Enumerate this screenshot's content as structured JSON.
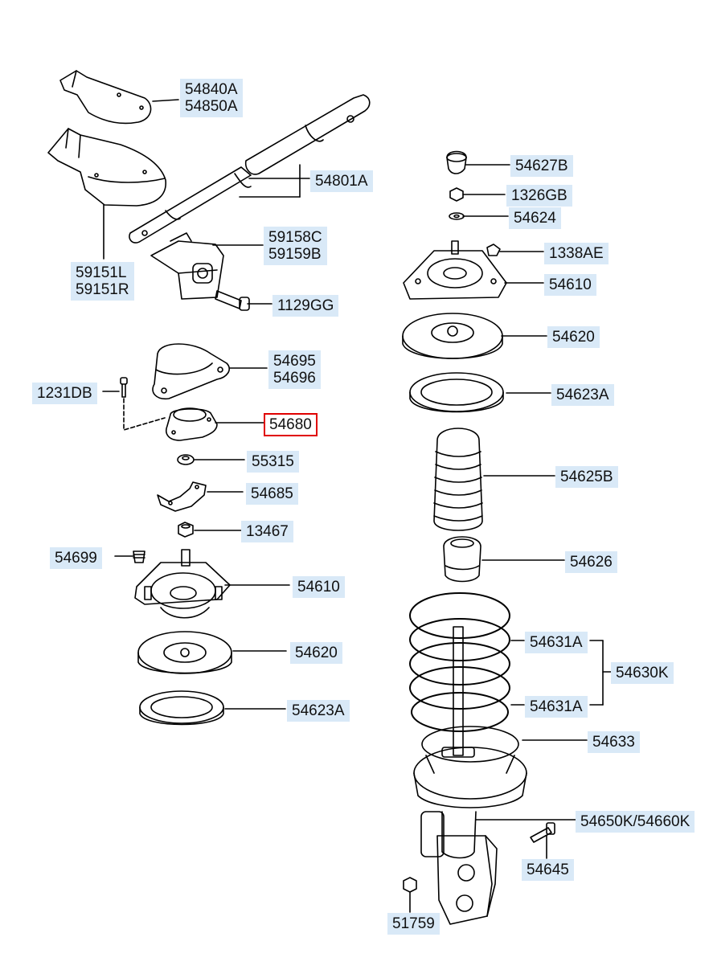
{
  "callouts": {
    "c54840A": [
      "54840A",
      "54850A"
    ],
    "c59151L": [
      "59151L",
      "59151R"
    ],
    "c54801A": "54801A",
    "c59158C": [
      "59158C",
      "59159B"
    ],
    "c1129GG": "1129GG",
    "c54695": [
      "54695",
      "54696"
    ],
    "c1231DB": "1231DB",
    "c54680": "54680",
    "c55315": "55315",
    "c54685": "54685",
    "c13467": "13467",
    "c54699": "54699",
    "c54610L": "54610",
    "c54620L": "54620",
    "c54623AL": "54623A",
    "c54627B": "54627B",
    "c1326GB": "1326GB",
    "c54624": "54624",
    "c1338AE": "1338AE",
    "c54610R": "54610",
    "c54620R": "54620",
    "c54623AR": "54623A",
    "c54625B": "54625B",
    "c54626": "54626",
    "c54631A1": "54631A",
    "c54630K": "54630K",
    "c54631A2": "54631A",
    "c54633": "54633",
    "c54650K": "54650K/54660K",
    "c54645": "54645",
    "c51759": "51759"
  },
  "highlight": {
    "callout": "54680",
    "border_color": "#e00000"
  },
  "colors": {
    "label_bg": "#d9e9f7",
    "line": "#000000"
  }
}
